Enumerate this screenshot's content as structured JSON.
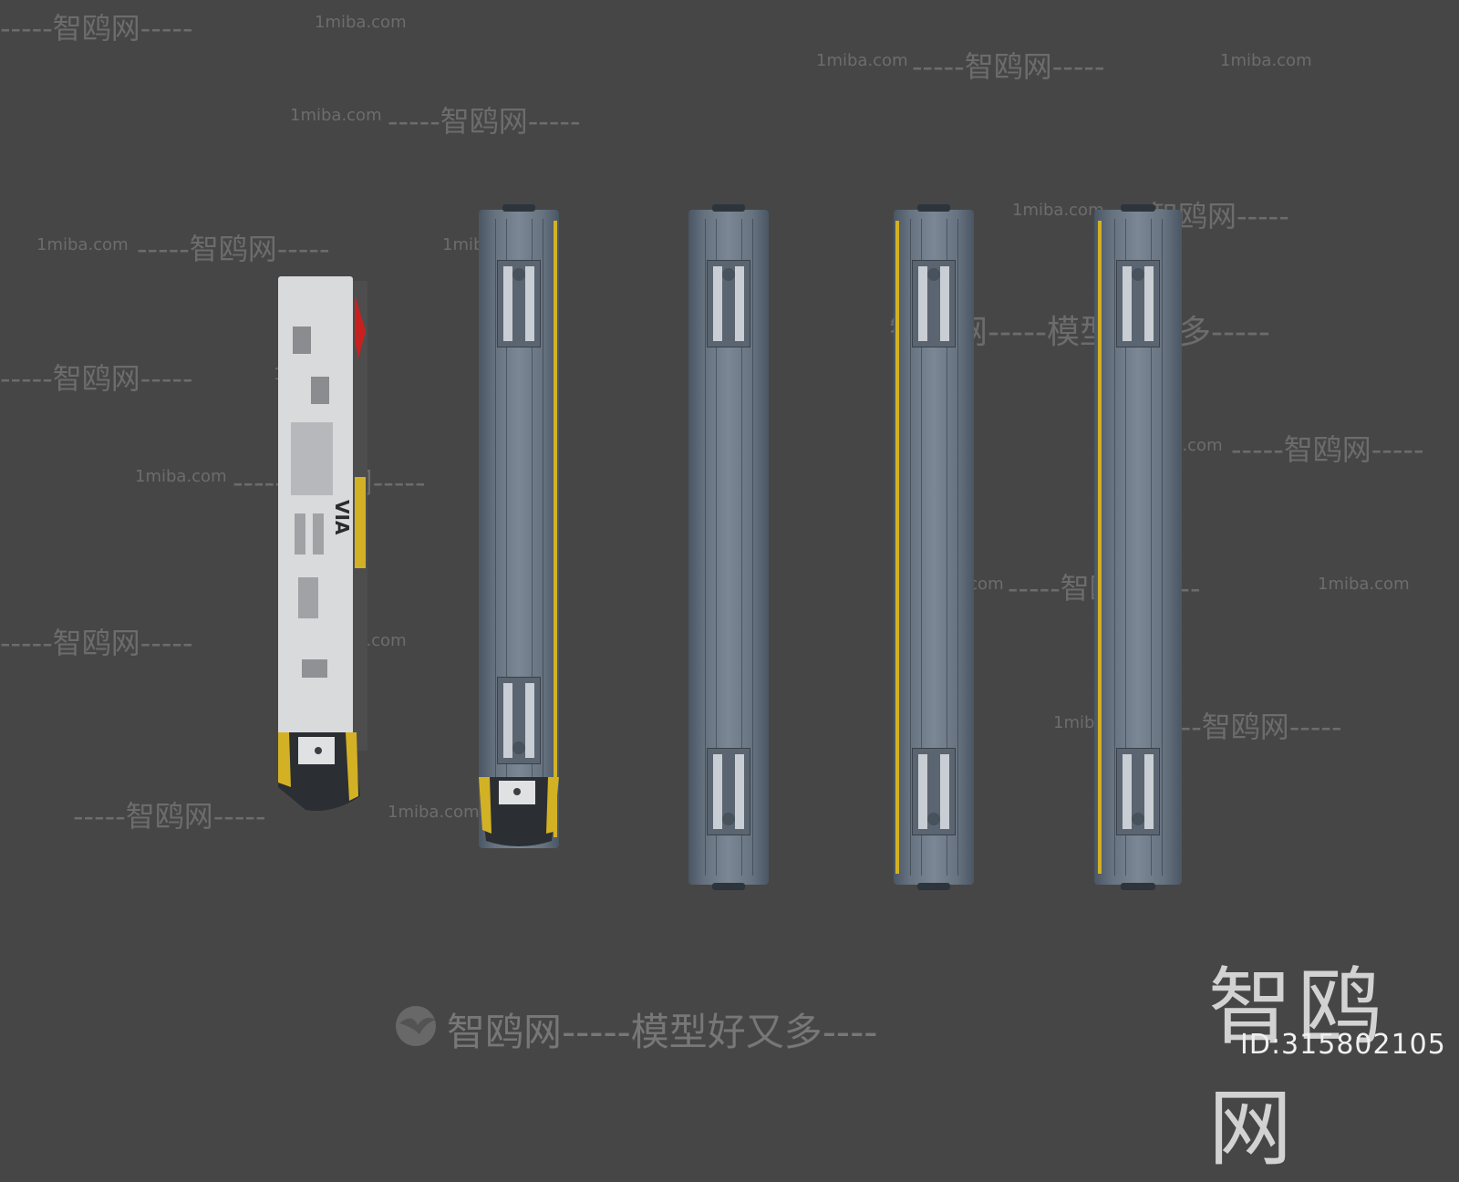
{
  "watermarks": {
    "site_cn": "智鸥网",
    "site_url": "1miba.com",
    "dash": "-----",
    "slogan": "模型好又多",
    "slogan_line": "智鸥网-----模型好又多----",
    "mid_slogan": "智鸥网-----模型好又多-----"
  },
  "brand": {
    "logo_text": "智鸥网",
    "id_label": "ID:315802105"
  },
  "loco": {
    "livery_text": "VIA"
  },
  "colors": {
    "background": "#464646",
    "car_body": "#6f7b88",
    "accent_yellow": "#d3b125",
    "loco_white": "#d9dadc",
    "loco_red": "#c8201f"
  }
}
